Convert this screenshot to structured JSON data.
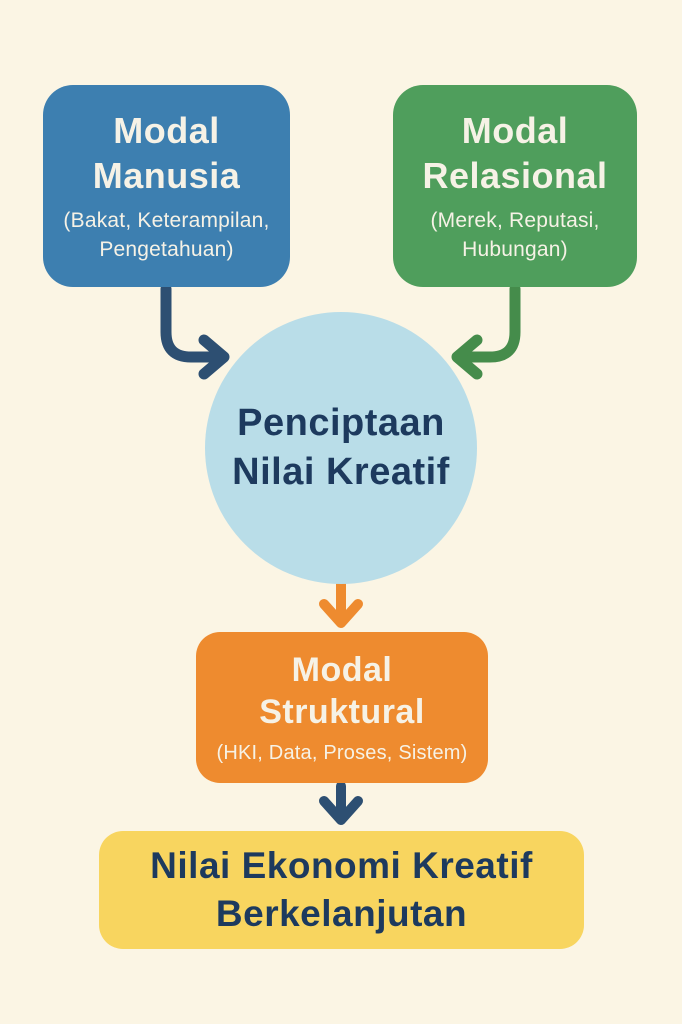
{
  "page": {
    "background_color": "#fbf5e4"
  },
  "diagram": {
    "nodes": {
      "human": {
        "title": "Modal Manusia",
        "subtitle": "(Bakat, Keterampilan, Pengetahuan)",
        "color": "#3d7fb0",
        "text_color": "#f6f2e6"
      },
      "relational": {
        "title": "Modal Relasional",
        "subtitle": "(Merek, Reputasi, Hubungan)",
        "color": "#4f9e5c",
        "text_color": "#f6f2e6"
      },
      "creation": {
        "title": "Penciptaan Nilai Kreatif",
        "color": "#b9dde8",
        "text_color": "#1d3a5e"
      },
      "structural": {
        "title": "Modal Struktural",
        "subtitle": "(HKI, Data, Proses, Sistem)",
        "color": "#ee8b2f",
        "text_color": "#f6f2e6"
      },
      "outcome": {
        "title": "Nilai Ekonomi Kreatif Berkelanjutan",
        "color": "#f8d55f",
        "text_color": "#1d3a5e"
      }
    },
    "arrows": {
      "human_to_creation": {
        "color": "#2d4f72"
      },
      "relational_to_creation": {
        "color": "#458c4b"
      },
      "creation_to_structural": {
        "color": "#ee8b2f"
      },
      "structural_to_outcome": {
        "color": "#2d4f72"
      }
    }
  }
}
